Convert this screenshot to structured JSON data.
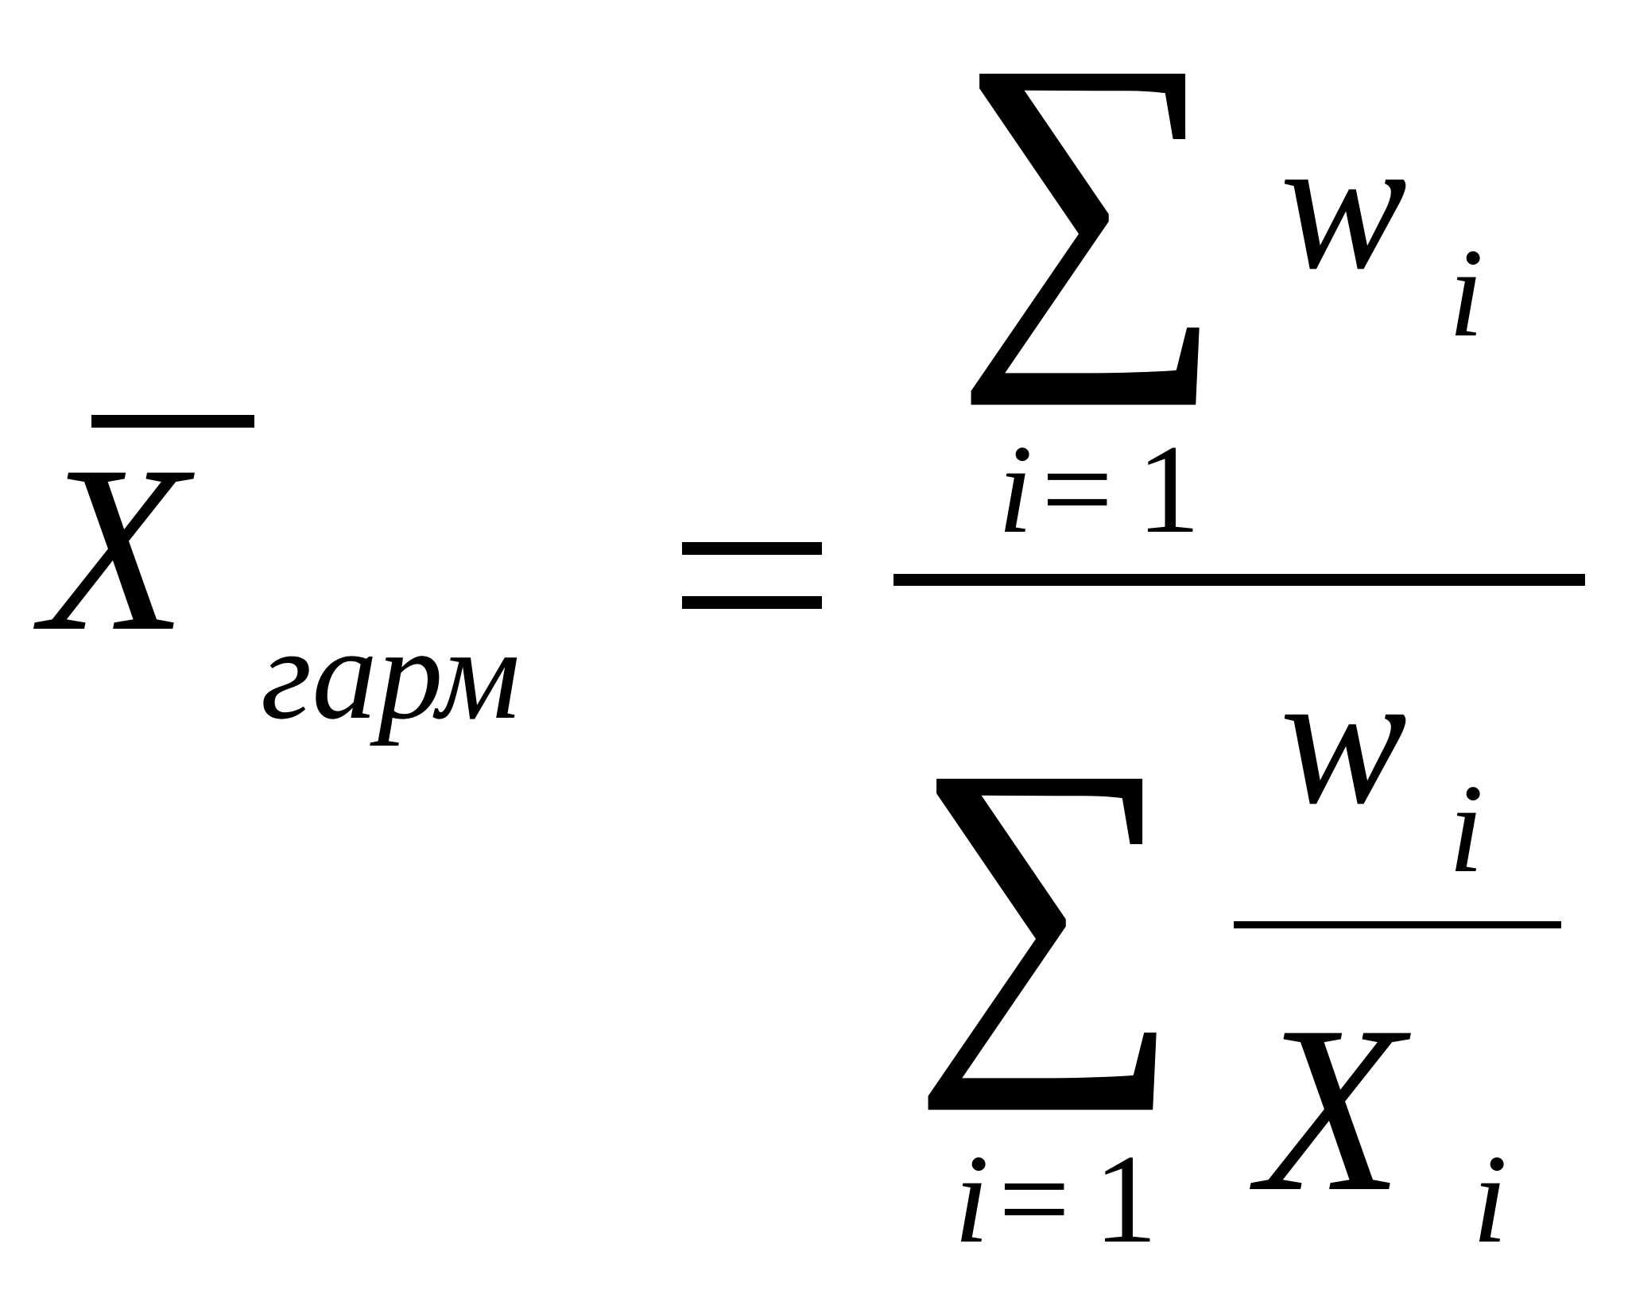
{
  "formula": {
    "lhs": {
      "symbol": "X",
      "subscript": "гарм"
    },
    "equals": "=",
    "numerator": {
      "sum_symbol": "∑",
      "lower_index": "i",
      "lower_eq": "=",
      "lower_start": "1",
      "term": "w",
      "term_subscript": "i"
    },
    "denominator": {
      "sum_symbol": "∑",
      "lower_index": "i",
      "lower_eq": "=",
      "lower_start": "1",
      "inner_numerator": "w",
      "inner_numerator_subscript": "i",
      "inner_denominator": "X",
      "inner_denominator_subscript": "i"
    }
  }
}
